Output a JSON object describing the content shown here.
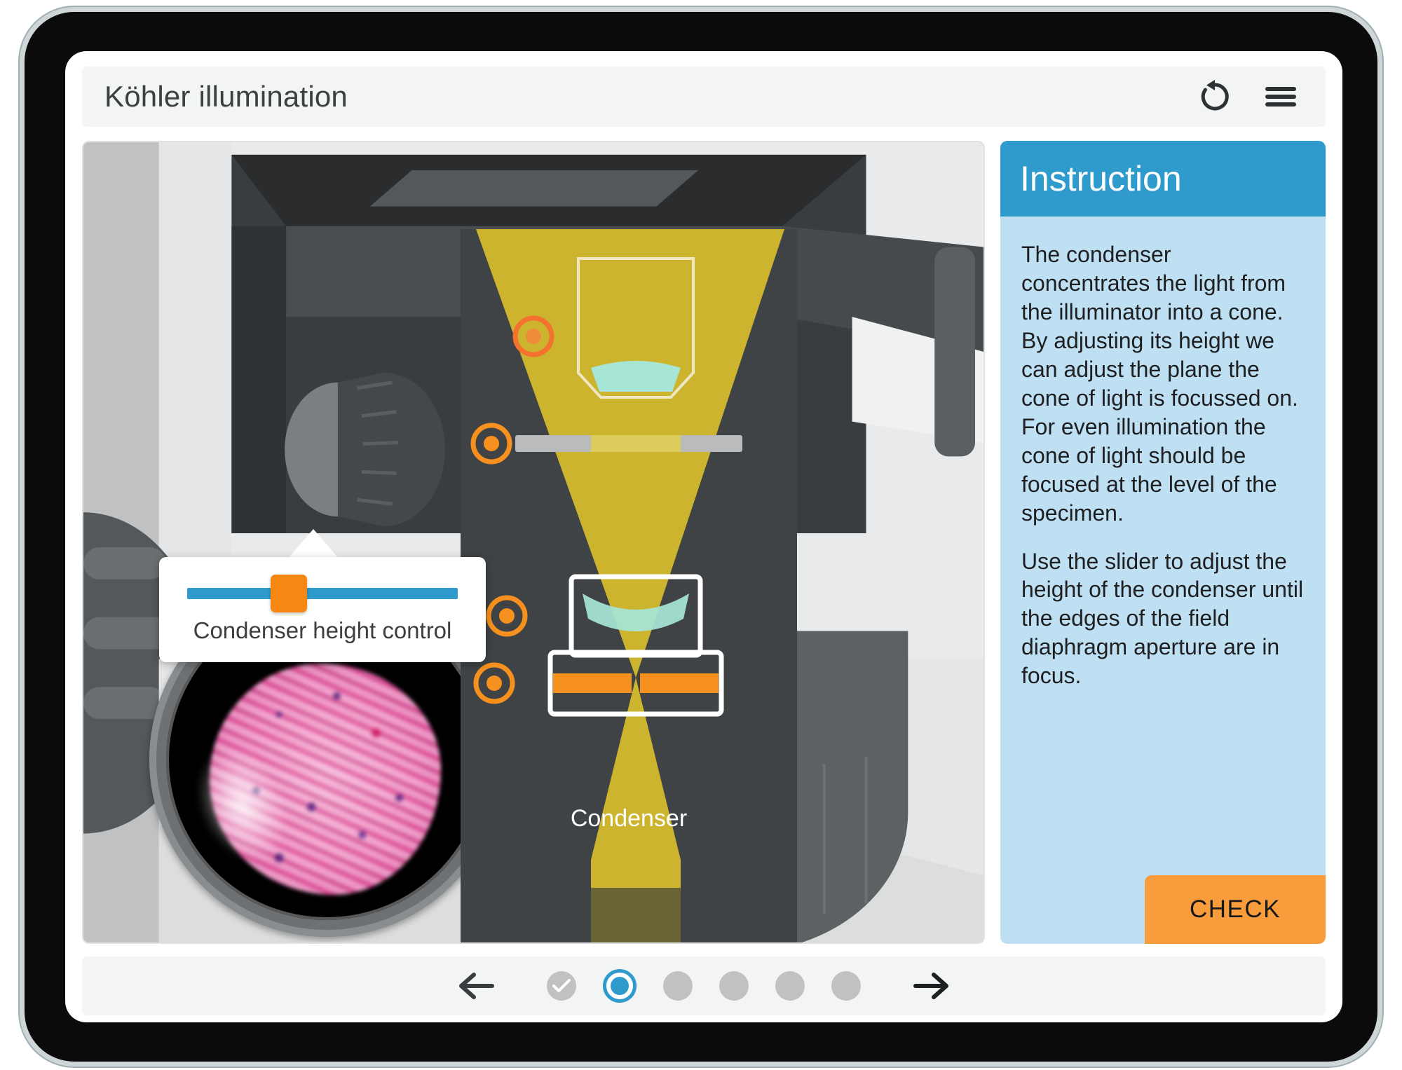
{
  "header": {
    "title": "Köhler illumination",
    "reset_icon": "reset-rotate-ccw-icon",
    "menu_icon": "hamburger-menu-icon"
  },
  "stage": {
    "slider": {
      "label": "Condenser height control",
      "value_percent": 33,
      "track_color": "#2e9bcc",
      "handle_color": "#f68712"
    },
    "diagram": {
      "condenser_label": "Condenser",
      "light_cone_color": "#ccb42e",
      "lens_color": "#a7e6d7",
      "marker_color": "#f68712",
      "panel_color": "#3f4345",
      "diaphragm_color": "#f6901e"
    },
    "specimen_view_name": "eyepiece specimen view"
  },
  "instruction": {
    "title": "Instruction",
    "header_color": "#2e9bcc",
    "body_color": "#bfdff2",
    "paragraphs": [
      "The condenser concentrates the light from the illuminator into a cone. By adjusting its height we can adjust the plane the cone of light is focussed on. For even illumination the cone of light should be focused at the level of the specimen.",
      "Use the slider to adjust the height of the condenser until the edges of the field diaphragm aperture are in focus."
    ],
    "check_label": "CHECK",
    "check_color": "#f99c3c"
  },
  "footer": {
    "prev_icon": "arrow-left-icon",
    "next_icon": "arrow-right-icon",
    "steps": [
      {
        "state": "completed"
      },
      {
        "state": "current"
      },
      {
        "state": "upcoming"
      },
      {
        "state": "upcoming"
      },
      {
        "state": "upcoming"
      },
      {
        "state": "upcoming"
      }
    ],
    "current_step": 2,
    "total_steps": 6
  }
}
